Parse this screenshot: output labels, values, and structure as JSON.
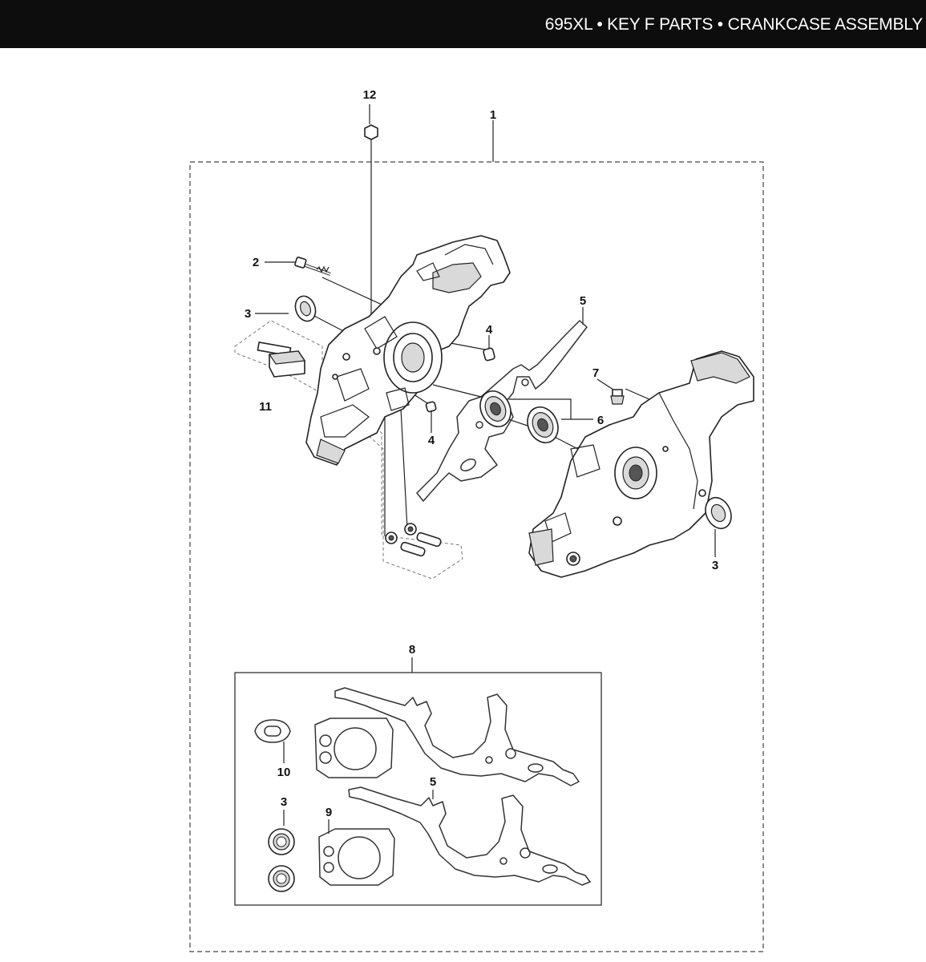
{
  "header": {
    "title": "695XL • KEY F PARTS • CRANKCASE ASSEMBLY",
    "background": "#0d0d0d",
    "text_color": "#ffffff"
  },
  "callouts": {
    "c1": "1",
    "c2": "2",
    "c3a": "3",
    "c3b": "3",
    "c3c": "3",
    "c4a": "4",
    "c4b": "4",
    "c5a": "5",
    "c5b": "5",
    "c6": "6",
    "c7": "7",
    "c8": "8",
    "c9": "9",
    "c10": "10",
    "c11": "11",
    "c12": "12"
  }
}
